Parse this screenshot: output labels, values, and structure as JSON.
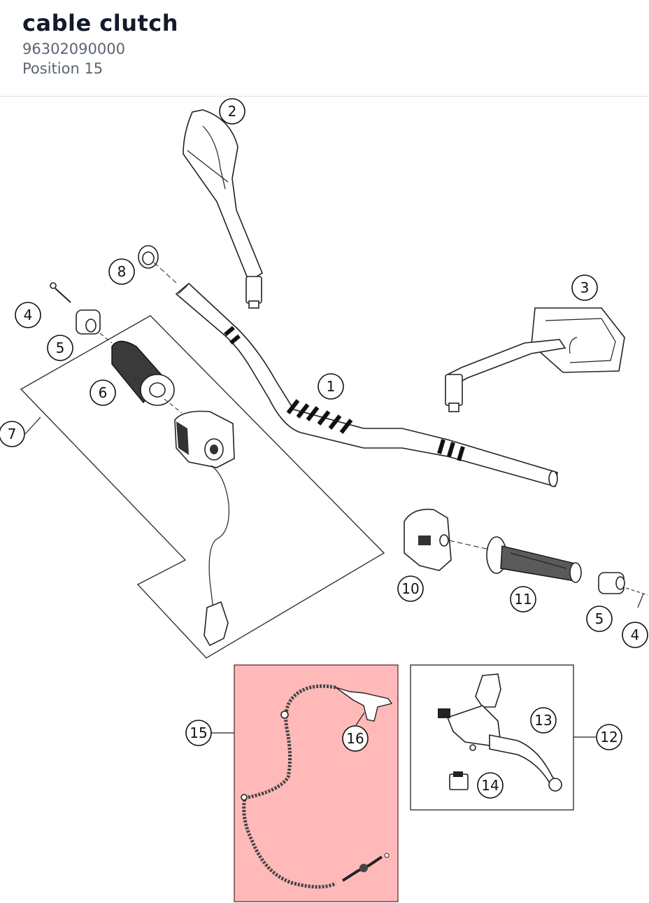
{
  "header": {
    "title": "cable clutch",
    "part_number": "96302090000",
    "position": "Position 15"
  },
  "diagram": {
    "highlight_color": "#ffb9b9",
    "highlighted_callout": "15",
    "callouts": {
      "c1": "1",
      "c2": "2",
      "c3": "3",
      "c4a": "4",
      "c4b": "4",
      "c5a": "5",
      "c5b": "5",
      "c6": "6",
      "c7": "7",
      "c8": "8",
      "c10": "10",
      "c11": "11",
      "c12": "12",
      "c13": "13",
      "c14": "14",
      "c15": "15",
      "c16": "16"
    }
  }
}
